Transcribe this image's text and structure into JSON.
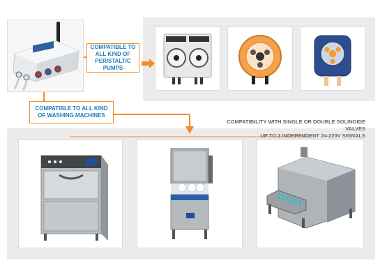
{
  "callouts": {
    "pumps": "COMPATIBLE TO ALL KIND OF PERISTALTIC PUMPS",
    "machines": "COMPATIBLE TO ALL KIND OF WASHING MACHINES"
  },
  "compatibility_note": {
    "line1": "COMPATIBILITY WITH SINGLE OR DOUBLE SOLINOIDE VALVES",
    "line2": "UP TO 2 INDEPENDENT 24-220V SIGNALS"
  },
  "colors": {
    "accent": "#f28c28",
    "text_blue": "#1f7ab8",
    "panel_gray": "#ebebeb"
  },
  "images": [
    "controller-device",
    "double-peristaltic-pump",
    "orange-peristaltic-pump",
    "blue-peristaltic-pump",
    "undercounter-dishwasher",
    "hood-dishwasher",
    "conveyor-dishwasher"
  ]
}
